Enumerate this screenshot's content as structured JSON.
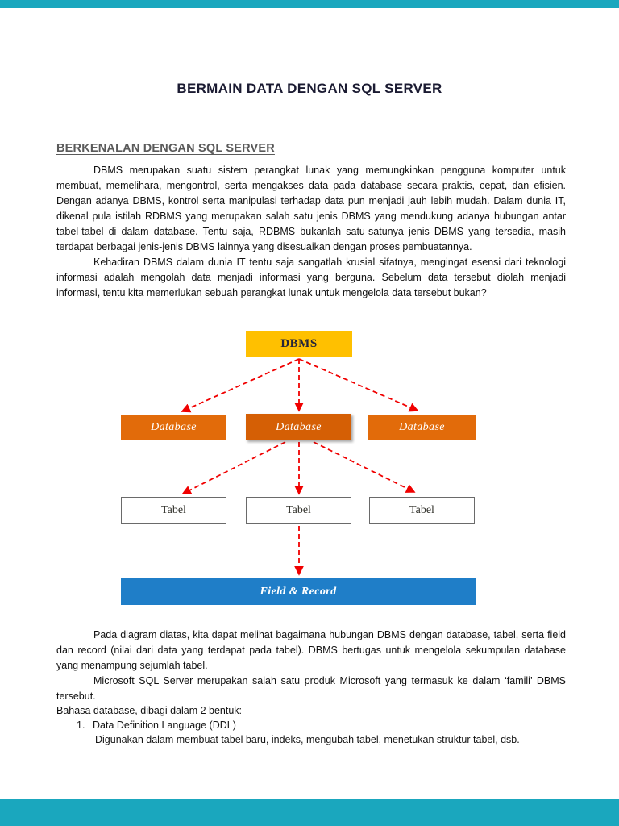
{
  "doc": {
    "title": "BERMAIN DATA DENGAN SQL SERVER",
    "heading": "BERKENALAN DENGAN SQL SERVER",
    "paragraphs": {
      "p1": "DBMS merupakan suatu sistem perangkat lunak yang memungkinkan pengguna komputer untuk membuat, memelihara, mengontrol, serta mengakses data pada database secara praktis, cepat, dan efisien. Dengan adanya DBMS, kontrol serta manipulasi terhadap data pun menjadi jauh lebih mudah. Dalam dunia IT, dikenal pula istilah RDBMS yang merupakan salah satu jenis DBMS yang mendukung adanya hubungan antar tabel-tabel di dalam database. Tentu saja, RDBMS bukanlah satu-satunya jenis DBMS yang tersedia, masih terdapat berbagai jenis-jenis DBMS lainnya yang disesuaikan dengan proses pembuatannya.",
      "p2": "Kehadiran DBMS dalam dunia IT tentu saja sangatlah krusial sifatnya, mengingat esensi dari teknologi informasi adalah mengolah data menjadi informasi yang berguna. Sebelum data tersebut diolah menjadi informasi, tentu kita memerlukan sebuah perangkat lunak untuk mengelola data tersebut bukan?",
      "p3": "Pada diagram diatas, kita dapat melihat bagaimana hubungan DBMS dengan database, tabel, serta field dan record (nilai dari data yang terdapat pada tabel). DBMS bertugas untuk mengelola sekumpulan database yang menampung sejumlah tabel.",
      "p4": "Microsoft SQL Server merupakan salah satu produk Microsoft yang termasuk ke dalam ‘famili’ DBMS tersebut.",
      "p5": "Bahasa database, dibagi dalam 2 bentuk:"
    },
    "list": {
      "item1_number": "1.",
      "item1_title": "Data Definition Language (DDL)",
      "item1_desc": "Digunakan dalam membuat tabel baru, indeks, mengubah tabel, menetukan struktur tabel, dsb."
    }
  },
  "diagram": {
    "dbms_label": "DBMS",
    "database_left": "Database",
    "database_mid": "Database",
    "database_right": "Database",
    "tabel_left": "Tabel",
    "tabel_mid": "Tabel",
    "tabel_right": "Tabel",
    "field_record": "Field & Record"
  },
  "colors": {
    "viewer_teal": "#1AA7BE",
    "dbms_yellow": "#FFC000",
    "database_orange": "#E26B0A",
    "database_orange_active": "#D55F05",
    "field_blue": "#1F7EC8",
    "arrow_red": "#FF0000"
  }
}
